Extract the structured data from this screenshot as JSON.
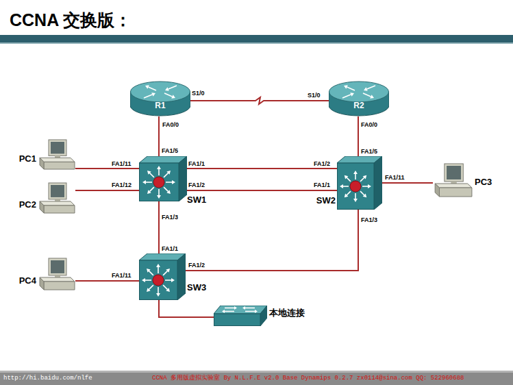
{
  "diagram": {
    "title": "CCNA 交换版：",
    "nodes": [
      {
        "text": [
          "R1"
        ]
      },
      {
        "text": [
          "R2"
        ]
      },
      {
        "text": [
          "PC1"
        ]
      },
      {
        "text": [
          "SW1"
        ]
      },
      {
        "text": [
          "SW2"
        ]
      },
      {
        "text": [
          "PC3"
        ]
      },
      {
        "text": [
          "PC2"
        ]
      },
      {
        "text": [
          "PC4"
        ]
      },
      {
        "text": [
          "SW3"
        ]
      },
      {
        "text": [
          "本地连接"
        ]
      }
    ],
    "edges": [
      {
        "from": 0,
        "to": 1,
        "arrow": "none"
      },
      {
        "from": 0,
        "to": 3,
        "arrow": "none"
      },
      {
        "from": 1,
        "to": 4,
        "arrow": "none"
      },
      {
        "from": 2,
        "to": 3,
        "arrow": "none"
      },
      {
        "from": 6,
        "to": 3,
        "arrow": "none"
      },
      {
        "from": 3,
        "to": 4,
        "arrow": "none"
      },
      {
        "from": 3,
        "to": 4,
        "arrow": "none"
      },
      {
        "from": 4,
        "to": 5,
        "arrow": "none"
      },
      {
        "from": 3,
        "to": 8,
        "arrow": "none"
      },
      {
        "from": 4,
        "to": 8,
        "arrow": "none"
      },
      {
        "from": 7,
        "to": 8,
        "arrow": "none"
      },
      {
        "from": 8,
        "to": 9,
        "arrow": "none"
      }
    ],
    "labels": [
      "S1/0",
      "S1/0",
      "FA0/0",
      "FA0/0",
      "FA1/5",
      "FA1/5",
      "FA1/11",
      "FA1/1",
      "FA1/2",
      "FA1/11",
      "FA1/12",
      "FA1/2",
      "FA1/1",
      "FA1/3",
      "FA1/3",
      "FA1/1",
      "FA1/2",
      "FA1/11",
      "http://hi.baidu.com/nlfe",
      "CCNA 多用版虚拟实验室 By N.L.F.E v2.0 Base Dynamips 0.2.7 zx0114@sina.com QQ: 522960688"
    ]
  }
}
